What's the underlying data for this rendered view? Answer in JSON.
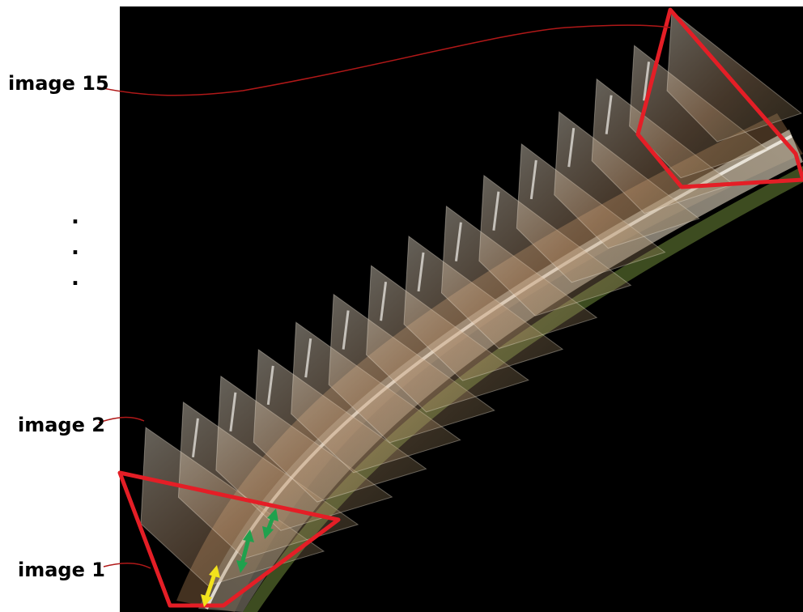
{
  "labels": {
    "image_15": "image 15",
    "image_2": "image 2",
    "image_1": "image 1",
    "ellipsis": [
      ".",
      ".",
      "."
    ]
  },
  "colors": {
    "background": "#000000",
    "highlight_outline": "#e41e26",
    "leader_line": "#b01818",
    "spacing_arrow_green": "#1fa14d",
    "spacing_arrow_yellow": "#f2e21c"
  },
  "frame_count": 15
}
